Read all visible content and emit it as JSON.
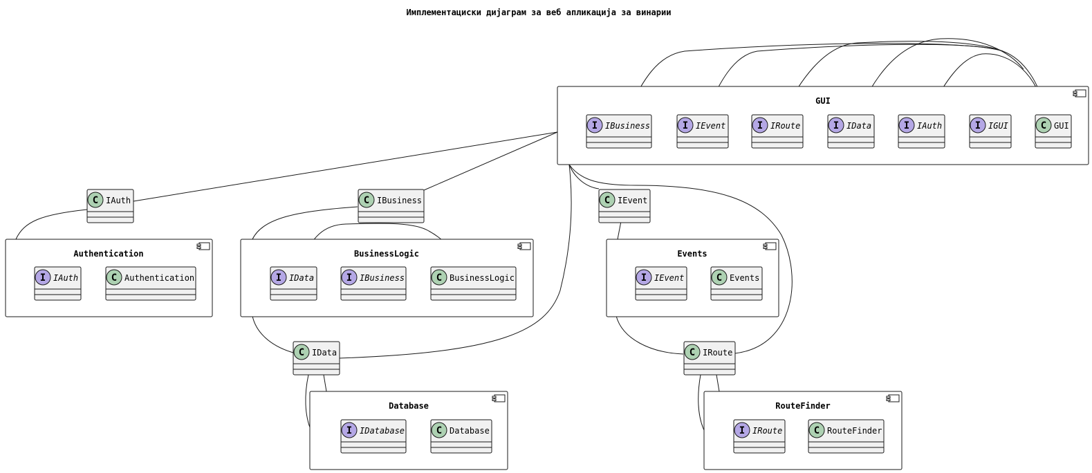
{
  "title": "Имплементациски дијаграм за веб апликација за винарии",
  "colors": {
    "class_badge": "#ADD1B2",
    "interface_badge": "#B4A7E5",
    "node_fill": "#F1F1F1",
    "stroke": "#181818"
  },
  "badges": {
    "class": "C",
    "interface": "I"
  },
  "components": [
    {
      "id": "gui",
      "name": "GUI",
      "members": [
        {
          "kind": "interface",
          "label": "IBusiness"
        },
        {
          "kind": "interface",
          "label": "IEvent"
        },
        {
          "kind": "interface",
          "label": "IRoute"
        },
        {
          "kind": "interface",
          "label": "IData"
        },
        {
          "kind": "interface",
          "label": "IAuth"
        },
        {
          "kind": "interface",
          "label": "IGUI"
        },
        {
          "kind": "class",
          "label": "GUI"
        }
      ]
    },
    {
      "id": "auth",
      "name": "Authentication",
      "members": [
        {
          "kind": "interface",
          "label": "IAuth"
        },
        {
          "kind": "class",
          "label": "Authentication"
        }
      ]
    },
    {
      "id": "bl",
      "name": "BusinessLogic",
      "members": [
        {
          "kind": "interface",
          "label": "IData"
        },
        {
          "kind": "interface",
          "label": "IBusiness"
        },
        {
          "kind": "class",
          "label": "BusinessLogic"
        }
      ]
    },
    {
      "id": "events",
      "name": "Events",
      "members": [
        {
          "kind": "interface",
          "label": "IEvent"
        },
        {
          "kind": "class",
          "label": "Events"
        }
      ]
    },
    {
      "id": "db",
      "name": "Database",
      "members": [
        {
          "kind": "interface",
          "label": "IDatabase"
        },
        {
          "kind": "class",
          "label": "Database"
        }
      ]
    },
    {
      "id": "rf",
      "name": "RouteFinder",
      "members": [
        {
          "kind": "interface",
          "label": "IRoute"
        },
        {
          "kind": "class",
          "label": "RouteFinder"
        }
      ]
    }
  ],
  "standalone_classes": [
    {
      "id": "c-iauth",
      "label": "IAuth"
    },
    {
      "id": "c-ibusiness",
      "label": "IBusiness"
    },
    {
      "id": "c-ievent",
      "label": "IEvent"
    },
    {
      "id": "c-idata",
      "label": "IData"
    },
    {
      "id": "c-iroute",
      "label": "IRoute"
    }
  ]
}
